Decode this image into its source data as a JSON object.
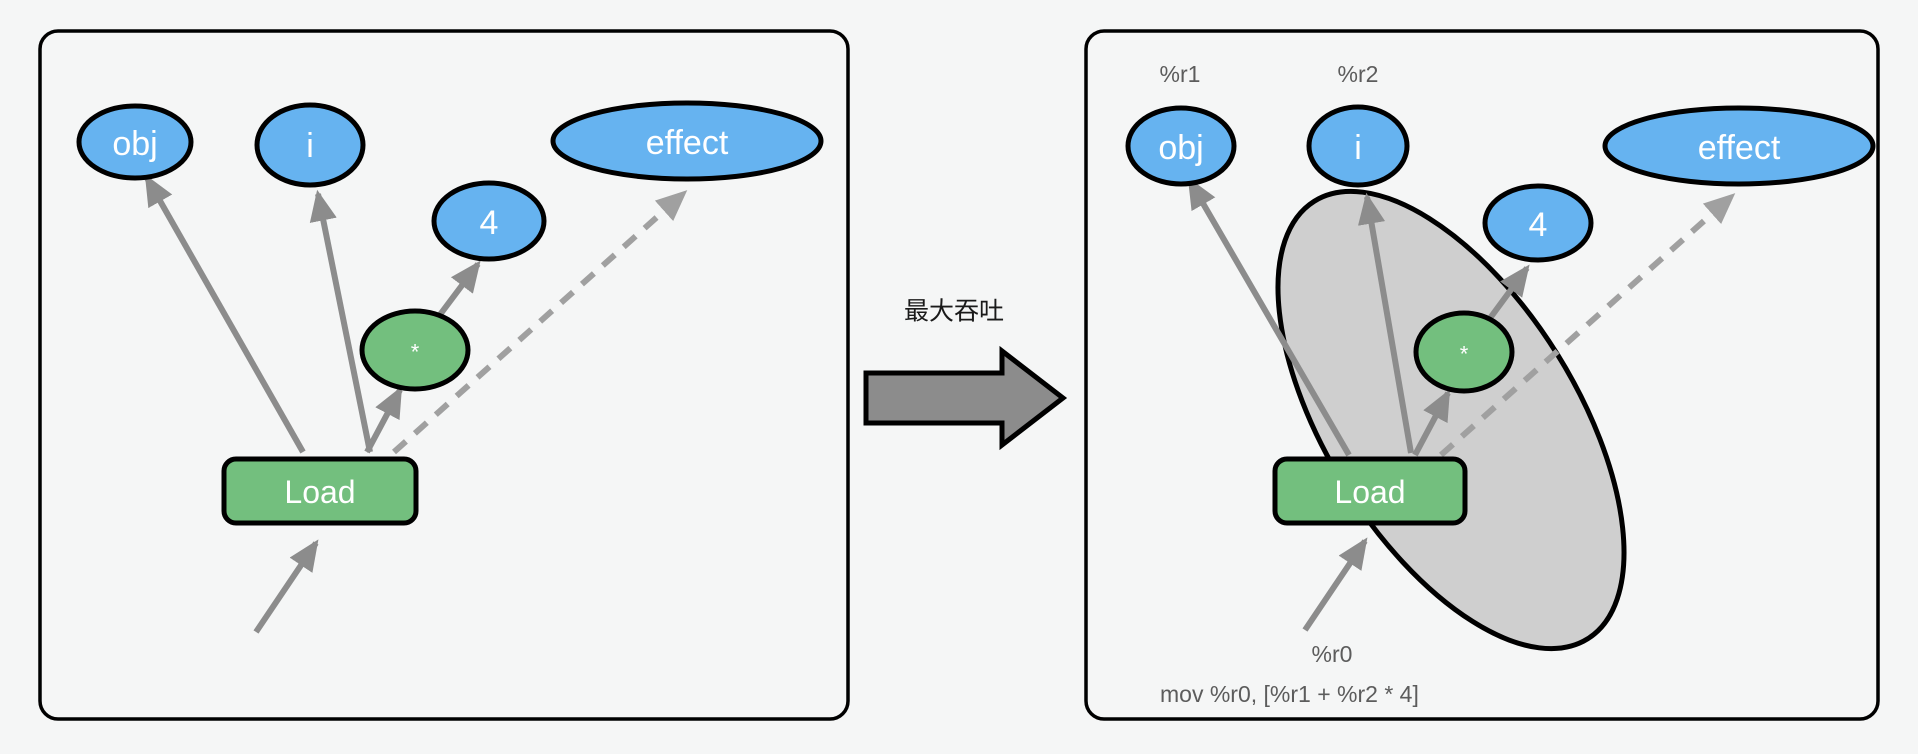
{
  "figure": {
    "title": "",
    "background_color": "#f5f6f6",
    "panels": [
      {
        "id": "before",
        "label": "",
        "nodes": [
          {
            "id": "obj",
            "label": "obj",
            "kind": "value",
            "shape": "ellipse",
            "color": "#66b3f0"
          },
          {
            "id": "i",
            "label": "i",
            "kind": "value",
            "shape": "ellipse",
            "color": "#66b3f0"
          },
          {
            "id": "four",
            "label": "4",
            "kind": "value",
            "shape": "ellipse",
            "color": "#66b3f0"
          },
          {
            "id": "effect",
            "label": "effect",
            "kind": "value",
            "shape": "ellipse",
            "color": "#66b3f0"
          },
          {
            "id": "mul",
            "label": "*",
            "kind": "op",
            "shape": "ellipse",
            "color": "#73bf7e"
          },
          {
            "id": "load",
            "label": "Load",
            "kind": "op",
            "shape": "rounded-rect",
            "color": "#73bf7e"
          }
        ],
        "edges": [
          {
            "from": "load",
            "to": "obj",
            "style": "solid"
          },
          {
            "from": "load",
            "to": "mul",
            "style": "solid"
          },
          {
            "from": "load",
            "to": "effect",
            "style": "dashed"
          },
          {
            "from": "mul",
            "to": "i",
            "style": "solid"
          },
          {
            "from": "mul",
            "to": "four",
            "style": "solid"
          },
          {
            "from": "external",
            "to": "load",
            "style": "solid"
          }
        ]
      },
      {
        "id": "after",
        "label": "",
        "nodes": [
          {
            "id": "obj",
            "label": "obj",
            "kind": "value",
            "shape": "ellipse",
            "color": "#66b3f0"
          },
          {
            "id": "i",
            "label": "i",
            "kind": "value",
            "shape": "ellipse",
            "color": "#66b3f0"
          },
          {
            "id": "four",
            "label": "4",
            "kind": "value",
            "shape": "ellipse",
            "color": "#66b3f0"
          },
          {
            "id": "effect",
            "label": "effect",
            "kind": "value",
            "shape": "ellipse",
            "color": "#66b3f0"
          },
          {
            "id": "mul",
            "label": "*",
            "kind": "op",
            "shape": "ellipse",
            "color": "#73bf7e"
          },
          {
            "id": "load",
            "label": "Load",
            "kind": "op",
            "shape": "rounded-rect",
            "color": "#73bf7e"
          }
        ],
        "edges": [
          {
            "from": "load",
            "to": "obj",
            "style": "solid"
          },
          {
            "from": "load",
            "to": "mul",
            "style": "solid"
          },
          {
            "from": "load",
            "to": "effect",
            "style": "dashed"
          },
          {
            "from": "mul",
            "to": "i",
            "style": "solid"
          },
          {
            "from": "mul",
            "to": "four",
            "style": "solid"
          },
          {
            "from": "external",
            "to": "load",
            "style": "solid"
          }
        ],
        "cluster": {
          "label": "",
          "fill": "#cfcfcf",
          "members": [
            "load",
            "mul",
            "four"
          ]
        },
        "annotations": {
          "reg_r1": "%r1",
          "reg_r2": "%r2",
          "reg_r0": "%r0",
          "instruction": "mov %r0, [%r1 + %r2 * 4]"
        }
      }
    ],
    "transition": {
      "caption": "最大吞吐",
      "arrow_color": "#8c8c8c",
      "direction": "right"
    },
    "palette": {
      "value_node": "#66b3f0",
      "op_node": "#73bf7e",
      "edge": "#8c8c8c",
      "cluster": "#cfcfcf",
      "panel_bg": "#f5f6f6",
      "stroke": "#000000",
      "annotation_text": "#5c5c5c"
    }
  }
}
